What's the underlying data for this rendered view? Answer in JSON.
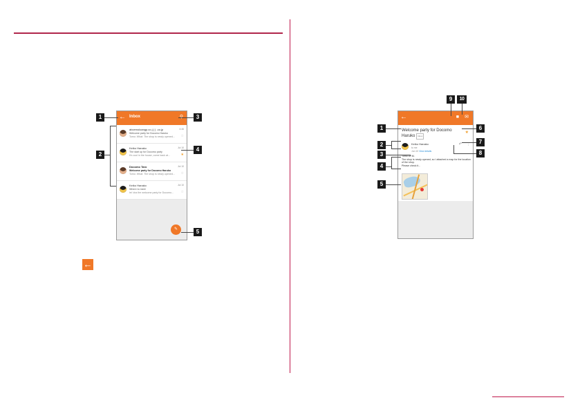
{
  "inbox_screen": {
    "title": "Inbox",
    "back_icon": "back-arrow-icon",
    "search_icon": "search-icon",
    "messages": [
      {
        "sender": "abcemoloangp.co.j  ( )  .co.jp",
        "subject": "Welcome party for Docomo Haruko",
        "snippet": "Tomo: What: The shop is newly opened...",
        "date": "4:46",
        "avatar": "m",
        "starred": false,
        "bold": false,
        "attach": false
      },
      {
        "sender": "Keiko Hanako",
        "subject": "The start up for Docomo party",
        "snippet": "It's cool in the house, come back at...",
        "date": "Jul 10",
        "avatar": "f",
        "starred": true,
        "bold": false,
        "attach": true
      },
      {
        "sender": "Docomo Taro",
        "subject": "Welcome party for Docomo Haruko",
        "snippet": "Tomo: What: The shop is newly opened...",
        "date": "Jul 10",
        "avatar": "m",
        "starred": false,
        "bold": true,
        "attach": false
      },
      {
        "sender": "Keiko Hanako",
        "subject": "Where to meet",
        "snippet": "let 'cha the welcome party for Docomo...",
        "date": "Jul 10",
        "avatar": "f",
        "starred": false,
        "bold": false,
        "attach": false
      }
    ],
    "fab_icon": "pencil-icon"
  },
  "detail_screen": {
    "subject": "Welcome party for Docomo Haruko",
    "label": "Inbox",
    "sender": "Keiko Hanako",
    "to_line": "to me",
    "when_line": "Jun 10",
    "details_link": "View details",
    "body": "Tomo 8P.M.\nThe shop is newly opened, so I attached a map for the location of the shop.\nPlease check it...",
    "delete_icon": "trash-icon",
    "mark_unread_icon": "envelope-icon",
    "star_icon": "star-icon",
    "reply_icon": "reply-icon",
    "more_icon": "more-vert-icon"
  },
  "callouts_left": [
    "1",
    "2",
    "3",
    "4",
    "5"
  ],
  "callouts_right": [
    "1",
    "2",
    "3",
    "4",
    "5",
    "6",
    "7",
    "8",
    "9",
    "10"
  ],
  "legend_icon": "back-arrow-icon",
  "colors": {
    "accent": "#f07828",
    "rule": "#b0254a",
    "star": "#f0a030"
  }
}
